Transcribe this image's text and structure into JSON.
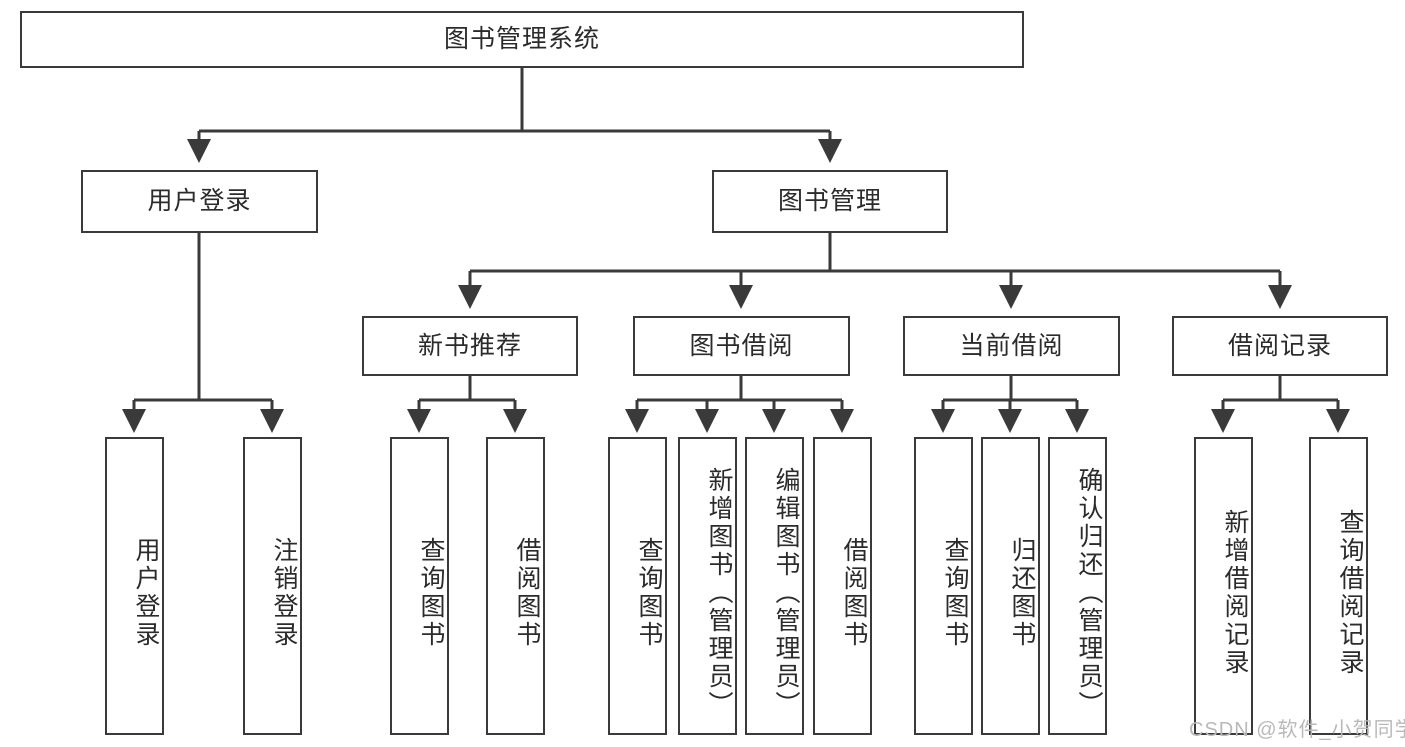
{
  "diagram": {
    "type": "tree-hierarchy",
    "title": "图书管理系统",
    "watermark": "CSDN @软件_小贺同学",
    "colors": {
      "border": "#3a3a3a",
      "text": "#2b2b2b",
      "background": "#ffffff",
      "watermark": "#b9b9b9"
    },
    "levels": {
      "root": {
        "label": "图书管理系统"
      },
      "level2": [
        {
          "label": "用户登录"
        },
        {
          "label": "图书管理"
        }
      ],
      "level3": [
        {
          "label": "新书推荐"
        },
        {
          "label": "图书借阅"
        },
        {
          "label": "当前借阅"
        },
        {
          "label": "借阅记录"
        }
      ],
      "leaves": [
        {
          "label": "用户登录",
          "parent": "用户登录"
        },
        {
          "label": "注销登录",
          "parent": "用户登录"
        },
        {
          "label": "查询图书",
          "parent": "新书推荐"
        },
        {
          "label": "借阅图书",
          "parent": "新书推荐"
        },
        {
          "label": "查询图书",
          "parent": "图书借阅"
        },
        {
          "label": "新增图书（管理员）",
          "parent": "图书借阅"
        },
        {
          "label": "编辑图书（管理员）",
          "parent": "图书借阅"
        },
        {
          "label": "借阅图书",
          "parent": "图书借阅"
        },
        {
          "label": "查询图书",
          "parent": "当前借阅"
        },
        {
          "label": "归还图书",
          "parent": "当前借阅"
        },
        {
          "label": "确认归还（管理员）",
          "parent": "当前借阅"
        },
        {
          "label": "新增借阅记录",
          "parent": "借阅记录"
        },
        {
          "label": "查询借阅记录",
          "parent": "借阅记录"
        }
      ]
    }
  }
}
